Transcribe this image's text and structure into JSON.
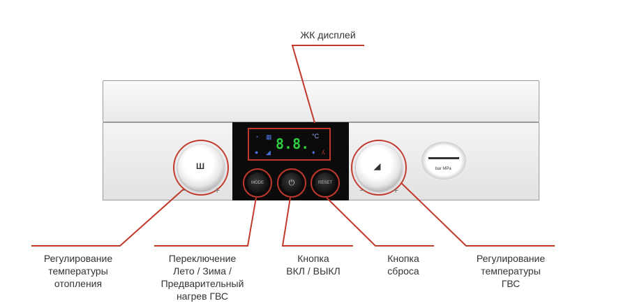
{
  "labels": {
    "lcd": "ЖК дисплей",
    "heating": [
      "Регулирование",
      "температуры",
      "отопления"
    ],
    "mode": [
      "Переключение",
      "Лето / Зима /",
      "Предварительный",
      "нагрев ГВС"
    ],
    "power": [
      "Кнопка",
      "ВКЛ / ВЫКЛ"
    ],
    "reset": [
      "Кнопка",
      "сброса"
    ],
    "dhw": [
      "Регулирование",
      "температуры",
      "ГВС"
    ]
  },
  "panel": {
    "display_value": "8.8.",
    "unit": "°C",
    "mode_button": "MODE",
    "reset_button": "RESET",
    "power_icon": "power-icon",
    "minus": "−",
    "plus": "+",
    "gauge_label": "bar MPa"
  },
  "colors": {
    "callout": "#c0392b",
    "display_digits": "#2ecc40",
    "display_icons": "#4a6fd8"
  }
}
